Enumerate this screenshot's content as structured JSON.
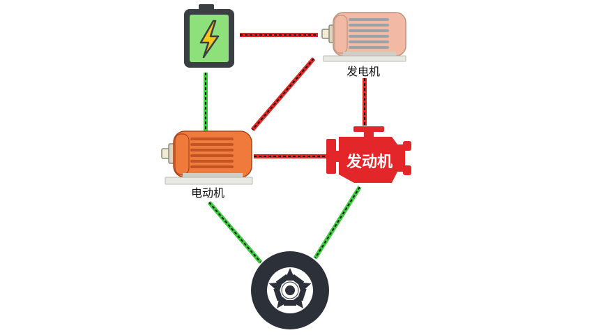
{
  "labels": {
    "generator": "发电机",
    "motor": "电动机",
    "engine": "发动机"
  },
  "icons": {
    "battery": "battery-icon",
    "generator": "generator-icon",
    "motor": "motor-icon",
    "engine": "engine-icon",
    "wheel": "wheel-icon"
  },
  "colors": {
    "electric_link": "#e52521",
    "mechanical_link": "#3ccf3c",
    "link_stripe": "#111111",
    "battery_body": "#8ee07a",
    "battery_frame": "#3a3f44",
    "bolt": "#f5c518",
    "generator_body": "#f2b9a4",
    "motor_body": "#f07a3c",
    "engine_body": "#e3262a",
    "wheel_tire": "#2c3038"
  },
  "connections": [
    {
      "from": "battery",
      "to": "generator",
      "kind": "electric"
    },
    {
      "from": "generator",
      "to": "motor",
      "kind": "electric"
    },
    {
      "from": "generator",
      "to": "engine",
      "kind": "electric"
    },
    {
      "from": "motor",
      "to": "engine",
      "kind": "electric"
    },
    {
      "from": "battery",
      "to": "motor",
      "kind": "mechanical"
    },
    {
      "from": "motor",
      "to": "wheel",
      "kind": "mechanical"
    },
    {
      "from": "engine",
      "to": "wheel",
      "kind": "mechanical"
    }
  ]
}
